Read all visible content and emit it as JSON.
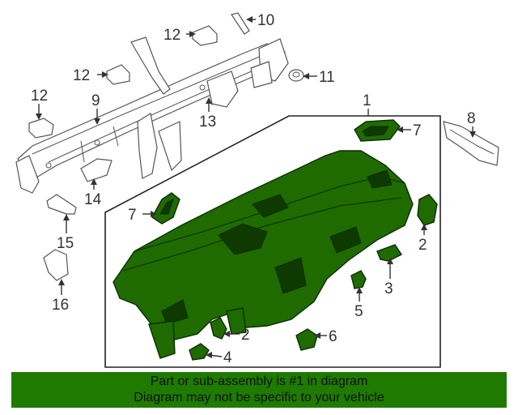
{
  "callouts": {
    "c1": "1",
    "c2a": "2",
    "c2b": "2",
    "c3": "3",
    "c4": "4",
    "c5": "5",
    "c6": "6",
    "c7a": "7",
    "c7b": "7",
    "c8": "8",
    "c9": "9",
    "c10": "10",
    "c11": "11",
    "c12a": "12",
    "c12b": "12",
    "c12c": "12",
    "c13": "13",
    "c14": "14",
    "c15": "15",
    "c16": "16"
  },
  "banner": {
    "line1": "Part or sub-assembly is #1 in diagram",
    "line2": "Diagram may not be specific to your vehicle"
  },
  "colors": {
    "highlight": "#1f6b00",
    "banner_bg": "#1f7a00",
    "outline": "#555555"
  }
}
